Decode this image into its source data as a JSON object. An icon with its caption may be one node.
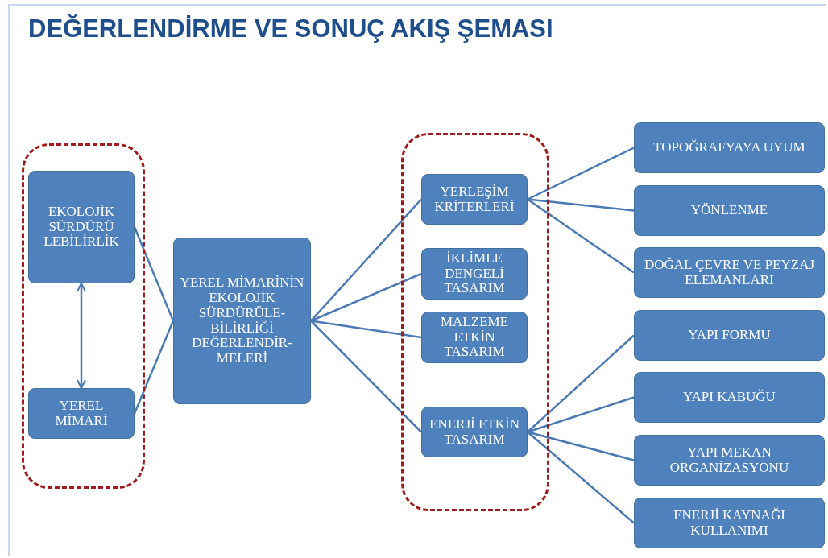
{
  "diagram": {
    "title": "DEĞERLENDİRME VE SONUÇ AKIŞ ŞEMASI",
    "nodes": [
      {
        "text": [],
        "shape": "box"
      },
      {
        "text": [
          "EKOLOJİK SÜRDÜRÜ LEBİLİRLİK"
        ],
        "in": 0
      },
      {
        "text": [
          "YEREL MİMARİ"
        ],
        "in": 0
      },
      {
        "text": [
          "YEREL MİMARİNİN EKOLOJİK SÜRDÜRÜLE- BİLİRLİĞİ DEĞERLENDİR- MELERİ"
        ]
      },
      {
        "text": [],
        "shape": "box"
      },
      {
        "text": [
          "YERLEŞİM KRİTERLERİ"
        ],
        "in": 4
      },
      {
        "text": [
          "İKLİMLE DENGELİ TASARIM"
        ],
        "in": 4
      },
      {
        "text": [
          "MALZEME ETKİN TASARIM"
        ],
        "in": 4
      },
      {
        "text": [
          "ENERJİ ETKİN TASARIM"
        ],
        "in": 4
      },
      {
        "text": [
          "TOPOĞRAFYAYA UYUM"
        ]
      },
      {
        "text": [
          "YÖNLENME"
        ]
      },
      {
        "text": [
          "DOĞAL ÇEVRE VE PEYZAJ ELEMANLARI"
        ]
      },
      {
        "text": [
          "YAPI FORMU"
        ]
      },
      {
        "text": [
          "YAPI KABUĞU"
        ]
      },
      {
        "text": [
          "YAPI MEKAN ORGANİZASYONU"
        ]
      },
      {
        "text": [
          "ENERJİ KAYNAĞI KULLANIMI"
        ]
      }
    ],
    "edges": [
      {
        "from": 1,
        "to": 2,
        "arrow": "both"
      },
      {
        "from": 1,
        "to": 3,
        "arrow": "none"
      },
      {
        "from": 2,
        "to": 3,
        "arrow": "none"
      },
      {
        "from": 3,
        "to": 5,
        "arrow": "none"
      },
      {
        "from": 3,
        "to": 6,
        "arrow": "none"
      },
      {
        "from": 3,
        "to": 7,
        "arrow": "none"
      },
      {
        "from": 3,
        "to": 8,
        "arrow": "none"
      },
      {
        "from": 5,
        "to": 9,
        "arrow": "none"
      },
      {
        "from": 5,
        "to": 10,
        "arrow": "none"
      },
      {
        "from": 5,
        "to": 11,
        "arrow": "none"
      },
      {
        "from": 8,
        "to": 12,
        "arrow": "none"
      },
      {
        "from": 8,
        "to": 13,
        "arrow": "none"
      },
      {
        "from": 8,
        "to": 14,
        "arrow": "none"
      },
      {
        "from": 8,
        "to": 15,
        "arrow": "none"
      }
    ]
  }
}
